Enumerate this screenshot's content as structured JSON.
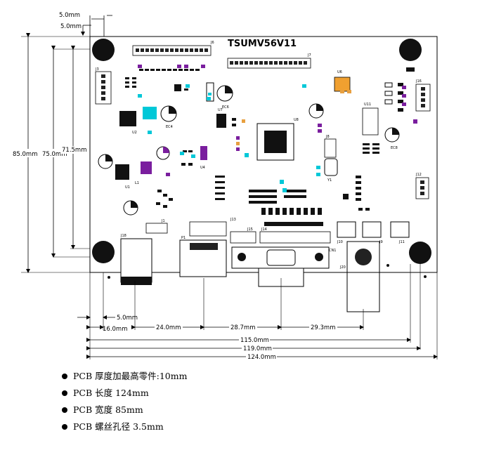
{
  "board": {
    "model": "TSUMV56V11",
    "connectors": {
      "J1": "J1",
      "J3": "J3",
      "J6": "J6",
      "J7": "J7",
      "J8": "J8",
      "J9": "J9",
      "J10": "J10",
      "J11": "J11",
      "J12": "J12",
      "J13": "J13",
      "J14": "J14",
      "J15": "J15",
      "J16": "J16",
      "J18": "J18",
      "J20": "J20",
      "P1": "P1",
      "CN1": "CN1"
    },
    "chips": {
      "U1": "U1",
      "U2": "U2",
      "U4": "U4",
      "U6": "U6",
      "U7": "U7",
      "U8": "U8",
      "U11": "U11",
      "Y1": "Y1",
      "L1": "L1",
      "EC4": "EC4",
      "EC6": "EC6",
      "EC8": "EC8"
    }
  },
  "dimensions": {
    "top_margin_1": "5.0mm",
    "top_margin_2": "5.0mm",
    "height_outer": "85.0mm",
    "height_mid": "75.0mm",
    "height_inner": "71.5mm",
    "bottom_5": "5.0mm",
    "bottom_16": "16.0mm",
    "bottom_24": "24.0mm",
    "bottom_28_7": "28.7mm",
    "bottom_29_3": "29.3mm",
    "width_115": "115.0mm",
    "width_119": "119.0mm",
    "width_124": "124.0mm"
  },
  "notes": [
    "PCB 厚度加最高零件:10mm",
    "PCB 长度 124mm",
    "PCB 宽度 85mm",
    "PCB 螺丝孔径 3.5mm"
  ],
  "colors": {
    "cyan": "#00c8d8",
    "purple": "#7a1e9e",
    "orange": "#e8a040",
    "black": "#111111"
  }
}
